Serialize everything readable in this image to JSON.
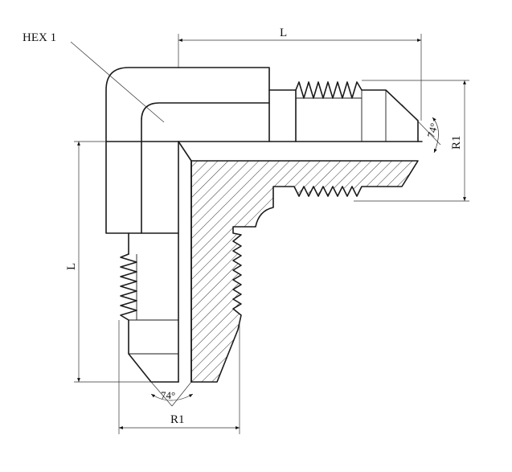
{
  "labels": {
    "hex": "HEX 1",
    "length_top": "L",
    "length_left": "L",
    "radius_right": "R1",
    "radius_bottom": "R1",
    "angle_right": "74°",
    "angle_bottom": "74°"
  }
}
